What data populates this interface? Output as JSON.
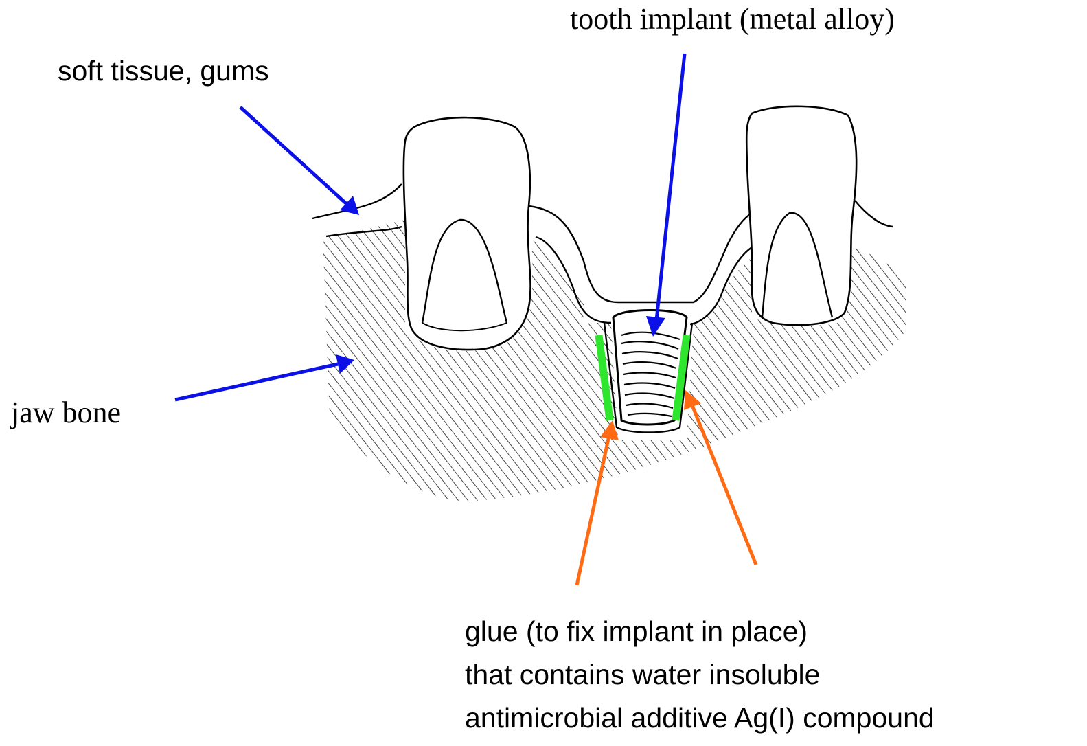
{
  "labels": {
    "implant": "tooth implant (metal alloy)",
    "gums": "soft tissue, gums",
    "bone": "jaw bone",
    "glue": [
      "glue (to fix implant in place)",
      "that contains water insoluble",
      "antimicrobial additive Ag(I) compound"
    ]
  },
  "colors": {
    "pointer_arrow": "#0a10e6",
    "glue_arrow": "#ff6a13",
    "glue_layer": "#2ee62e",
    "line_art": "#000000"
  }
}
